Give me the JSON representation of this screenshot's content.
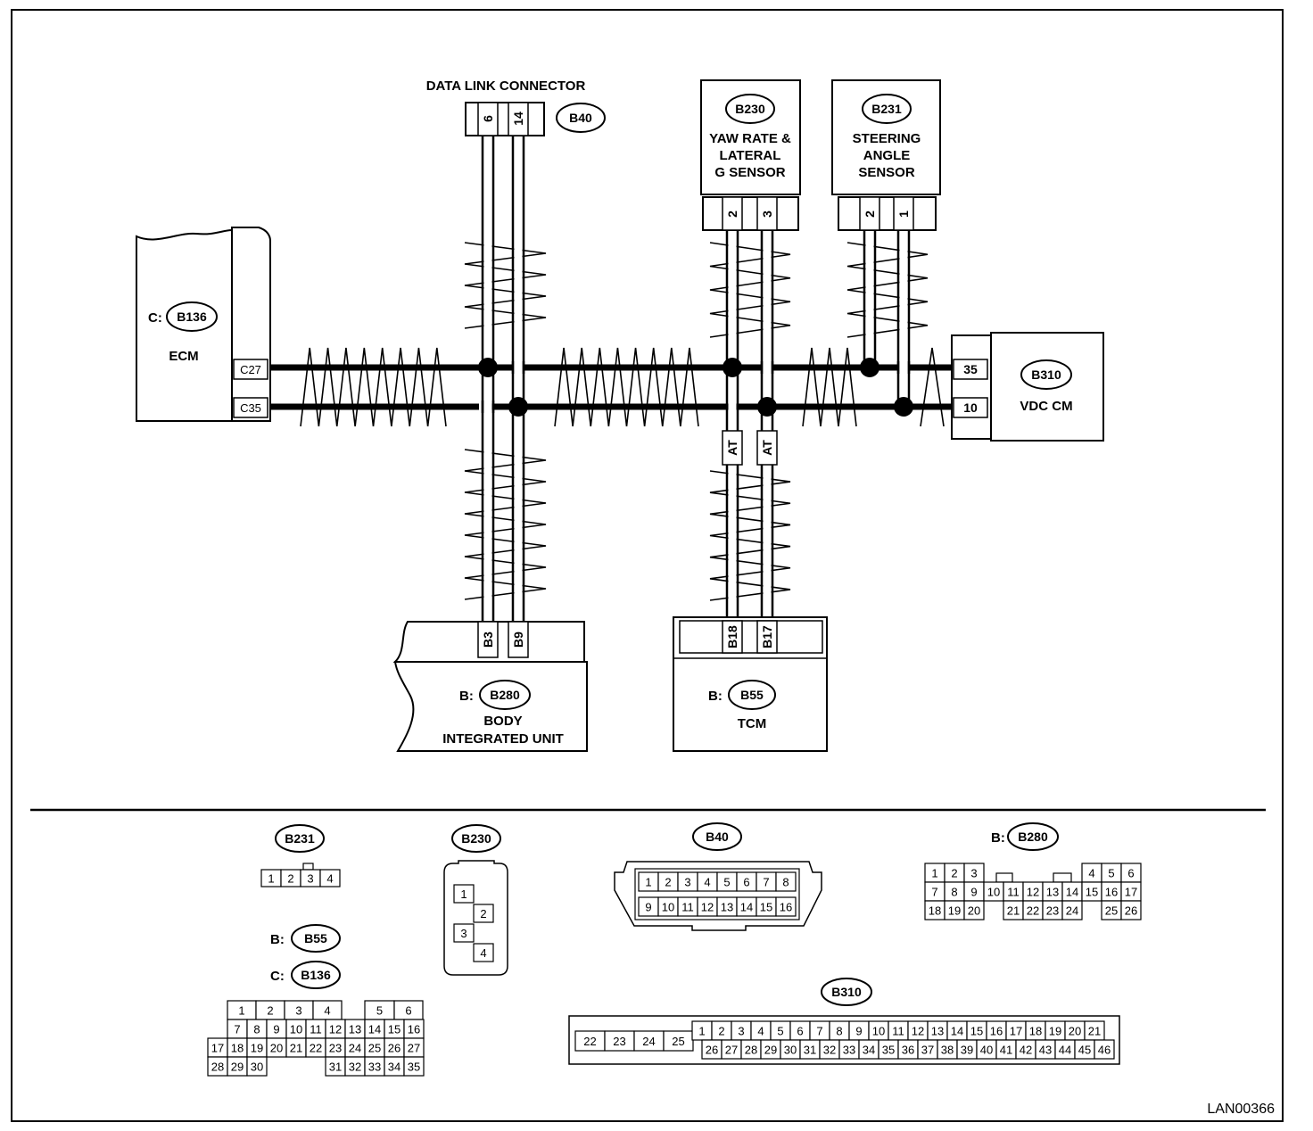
{
  "diagram": {
    "ref": "LAN00366",
    "dlc_title": "DATA LINK CONNECTOR",
    "ecm": {
      "prefix": "C:",
      "conn": "B136",
      "name": "ECM",
      "pin_upper": "C27",
      "pin_lower": "C35"
    },
    "dlc": {
      "conn": "B40",
      "pin_a": "6",
      "pin_b": "14"
    },
    "yaw": {
      "conn": "B230",
      "line1": "YAW RATE &",
      "line2": "LATERAL",
      "line3": "G SENSOR",
      "pin_a": "2",
      "pin_b": "3"
    },
    "steer": {
      "conn": "B231",
      "line1": "STEERING",
      "line2": "ANGLE",
      "line3": "SENSOR",
      "pin_a": "2",
      "pin_b": "1"
    },
    "vdc": {
      "conn": "B310",
      "name": "VDC CM",
      "pin_upper": "35",
      "pin_lower": "10"
    },
    "biu": {
      "prefix": "B:",
      "conn": "B280",
      "line1": "BODY",
      "line2": "INTEGRATED UNIT",
      "pin_a": "B3",
      "pin_b": "B9"
    },
    "tcm": {
      "prefix": "B:",
      "conn": "B55",
      "name": "TCM",
      "pin_a": "B18",
      "pin_b": "B17"
    },
    "at_label": "AT"
  },
  "views": {
    "b231": {
      "conn": "B231",
      "pins": [
        "1",
        "2",
        "3",
        "4"
      ]
    },
    "b230": {
      "conn": "B230",
      "pins": [
        "1",
        "2",
        "3",
        "4"
      ]
    },
    "b40": {
      "conn": "B40",
      "row1": [
        "1",
        "2",
        "3",
        "4",
        "5",
        "6",
        "7",
        "8"
      ],
      "row2": [
        "9",
        "10",
        "11",
        "12",
        "13",
        "14",
        "15",
        "16"
      ]
    },
    "b280": {
      "prefix": "B:",
      "conn": "B280",
      "row1": [
        "1",
        "2",
        "3",
        "4",
        "5",
        "6"
      ],
      "row2": [
        "7",
        "8",
        "9",
        "10",
        "11",
        "12",
        "13",
        "14",
        "15",
        "16",
        "17"
      ],
      "row3": [
        "18",
        "19",
        "20",
        "21",
        "22",
        "23",
        "24",
        "25",
        "26"
      ]
    },
    "b55": {
      "prefix_b": "B:",
      "conn_b": "B55",
      "prefix_c": "C:",
      "conn_c": "B136",
      "row1": [
        "1",
        "2",
        "3",
        "4",
        "5",
        "6"
      ],
      "row2": [
        "7",
        "8",
        "9",
        "10",
        "11",
        "12",
        "13",
        "14",
        "15",
        "16"
      ],
      "row3": [
        "17",
        "18",
        "19",
        "20",
        "21",
        "22",
        "23",
        "24",
        "25",
        "26",
        "27"
      ],
      "row4": [
        "28",
        "29",
        "30",
        "31",
        "32",
        "33",
        "34",
        "35"
      ]
    },
    "b310": {
      "conn": "B310",
      "left": [
        "22",
        "23",
        "24",
        "25"
      ],
      "row1": [
        "1",
        "2",
        "3",
        "4",
        "5",
        "6",
        "7",
        "8",
        "9",
        "10",
        "11",
        "12",
        "13",
        "14",
        "15",
        "16",
        "17",
        "18",
        "19",
        "20",
        "21"
      ],
      "row2": [
        "26",
        "27",
        "28",
        "29",
        "30",
        "31",
        "32",
        "33",
        "34",
        "35",
        "36",
        "37",
        "38",
        "39",
        "40",
        "41",
        "42",
        "43",
        "44",
        "45",
        "46"
      ]
    }
  }
}
